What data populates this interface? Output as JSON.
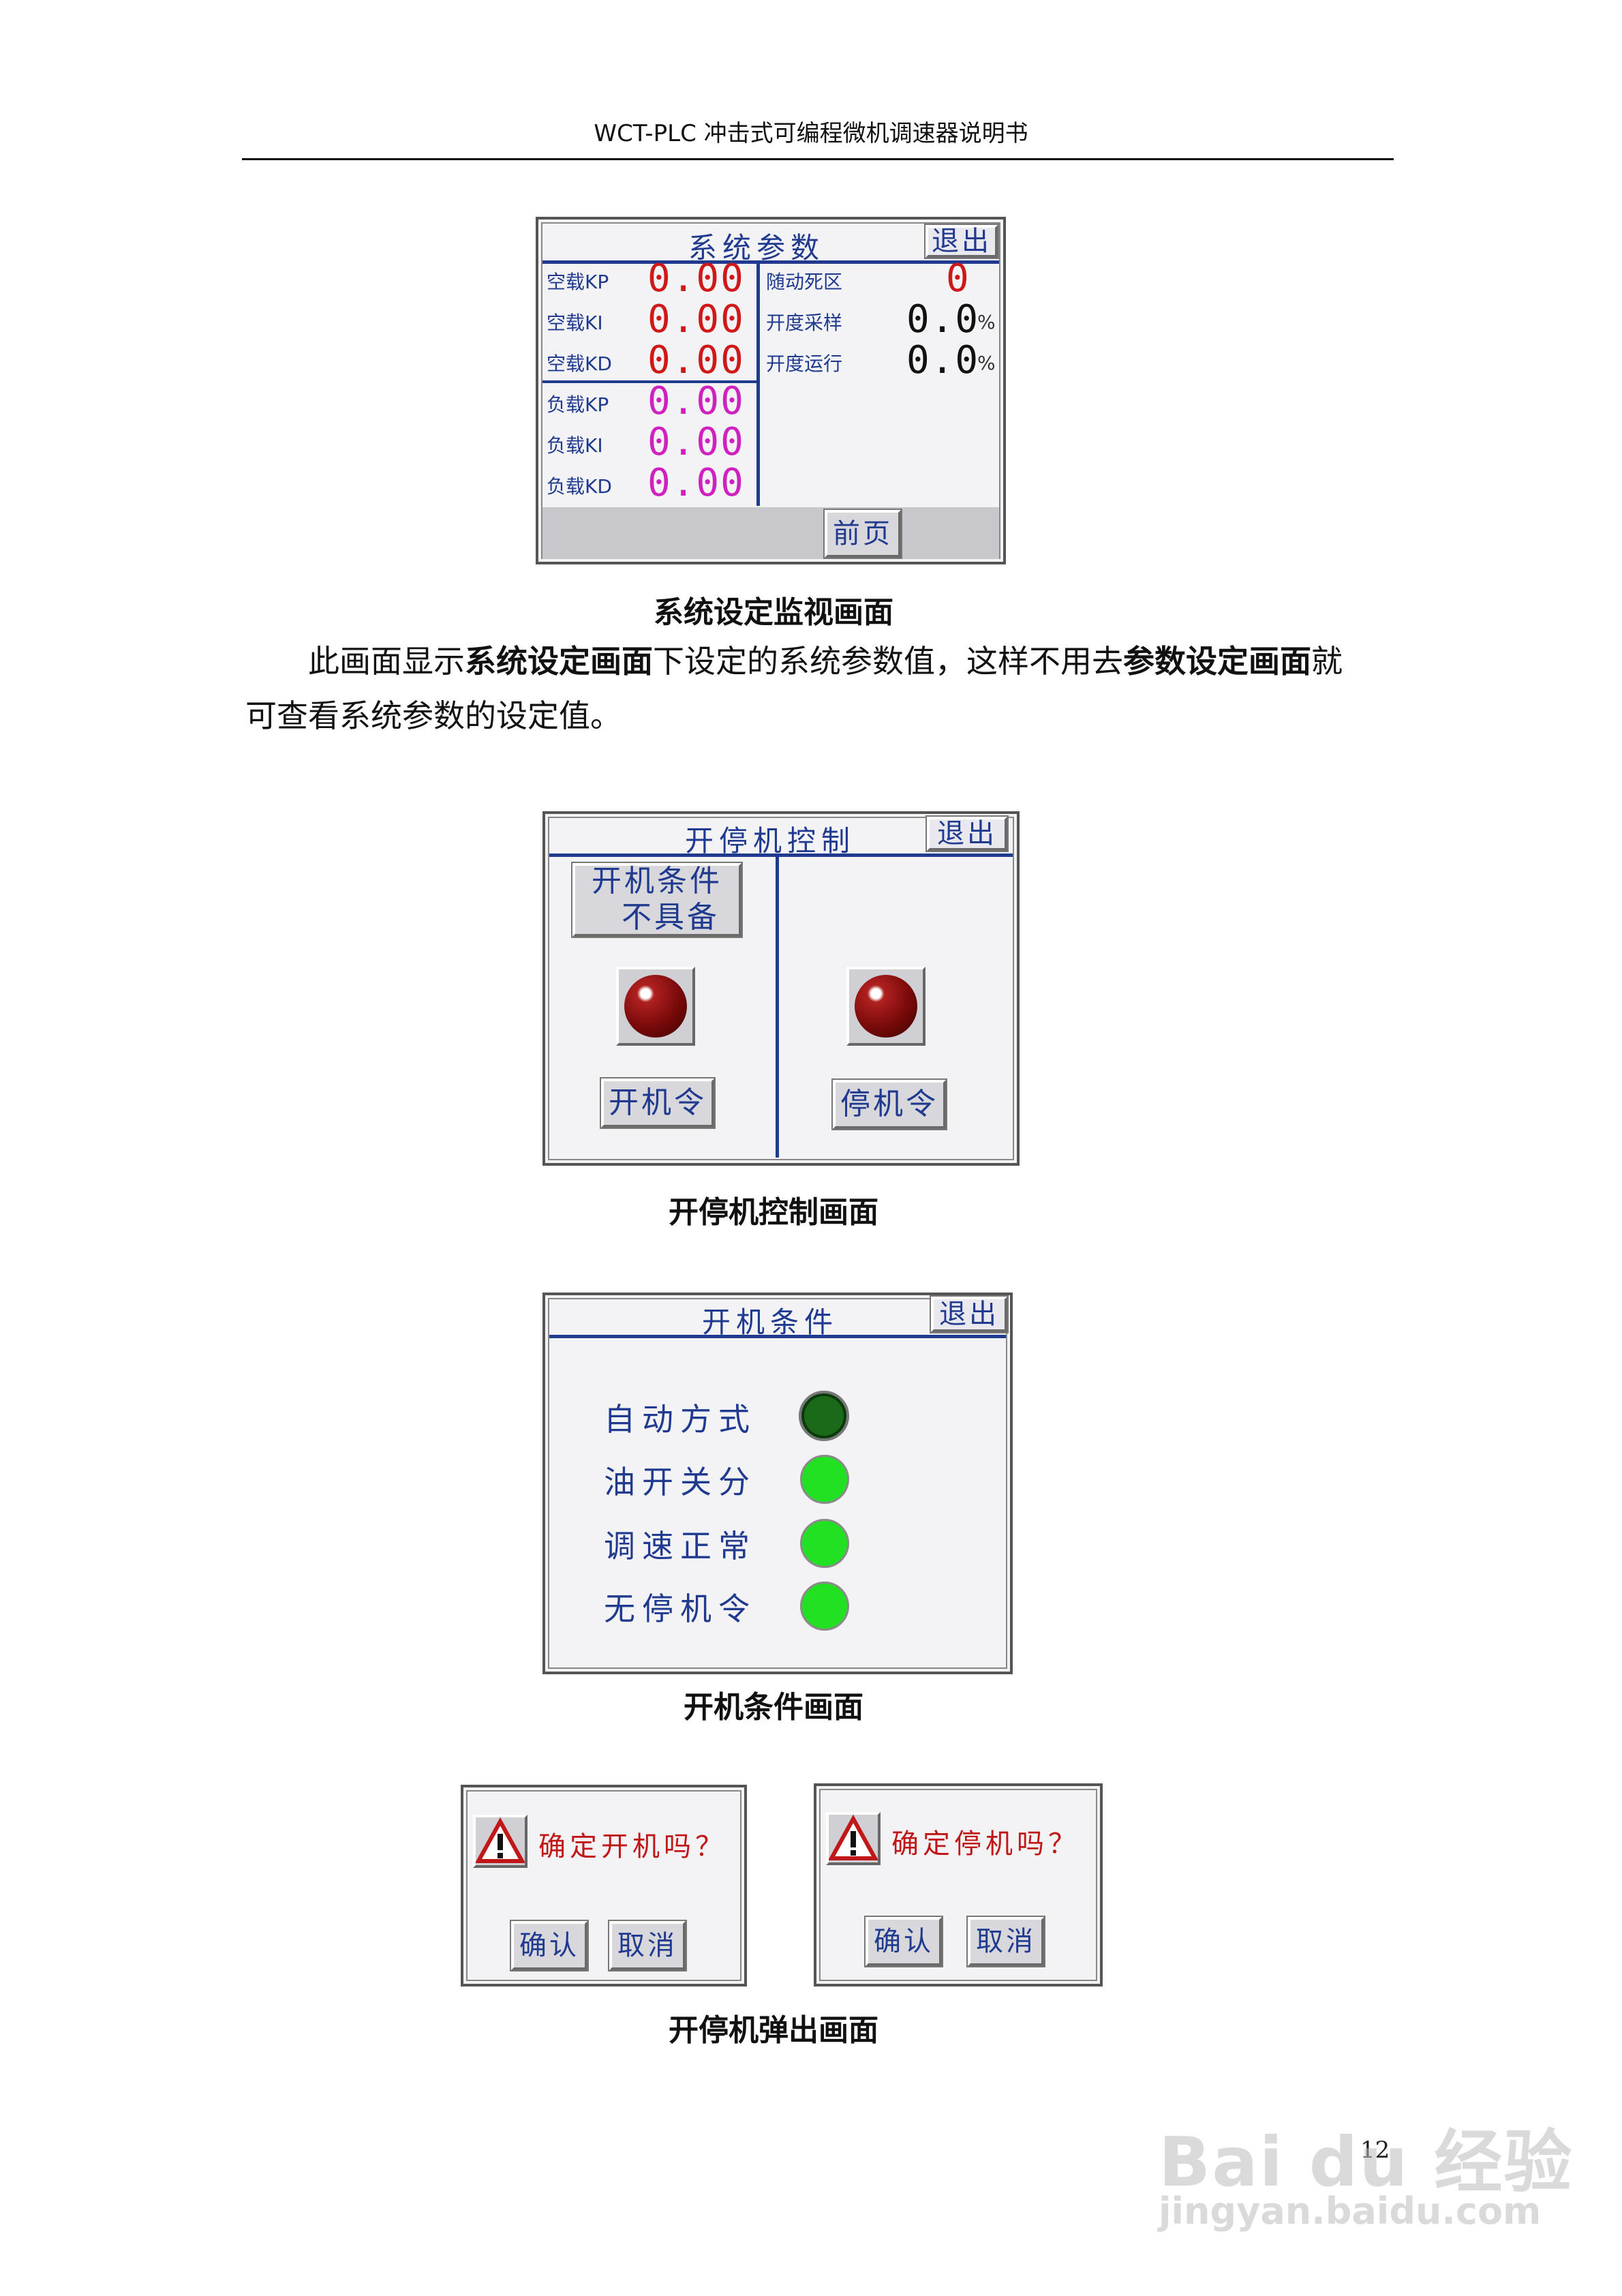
{
  "header": {
    "title": "WCT-PLC 冲击式可编程微机调速器说明书"
  },
  "sys_panel": {
    "title": "系统参数",
    "exit": "退出",
    "left_rows": [
      {
        "label": "空载KP",
        "value": "0.00"
      },
      {
        "label": "空载KI",
        "value": "0.00"
      },
      {
        "label": "空载KD",
        "value": "0.00"
      },
      {
        "label": "负载KP",
        "value": "0.00"
      },
      {
        "label": "负载KI",
        "value": "0.00"
      },
      {
        "label": "负载KD",
        "value": "0.00"
      }
    ],
    "right_rows": [
      {
        "label": "随动死区",
        "value": "0",
        "unit": ""
      },
      {
        "label": "开度采样",
        "value": "0.0",
        "unit": "%"
      },
      {
        "label": "开度运行",
        "value": "0.0",
        "unit": "%"
      }
    ],
    "prev_page": "前页"
  },
  "caption1": "系统设定监视画面",
  "paragraph": {
    "p1": "此画面显示",
    "b1": "系统设定画面",
    "p2": "下设定的系统参数值，这样不用去",
    "b2": "参数设定画面",
    "p3": "就",
    "line2": "可查看系统参数的设定值。"
  },
  "startstop_panel": {
    "title": "开停机控制",
    "exit": "退出",
    "cond_btn_line1": "开机条件",
    "cond_btn_line2": "不具备",
    "start_btn": "开机令",
    "stop_btn": "停机令",
    "lamp_color": "#7a0a0a"
  },
  "caption2": "开停机控制画面",
  "cond_panel": {
    "title": "开机条件",
    "exit": "退出",
    "items": [
      {
        "label": "自动方式",
        "color": "#1a6a1a"
      },
      {
        "label": "油开关分",
        "color": "#22e022"
      },
      {
        "label": "调速正常",
        "color": "#22e022"
      },
      {
        "label": "无停机令",
        "color": "#22e022"
      }
    ]
  },
  "caption3": "开机条件画面",
  "popup_start": {
    "message": "确定开机吗？",
    "confirm": "确认",
    "cancel": "取消"
  },
  "popup_stop": {
    "message": "确定停机吗？",
    "confirm": "确认",
    "cancel": "取消"
  },
  "caption4": "开停机弹出画面",
  "page_number": "12",
  "watermark": {
    "logo": "Bai du 经验",
    "url": "jingyan.baidu.com"
  }
}
